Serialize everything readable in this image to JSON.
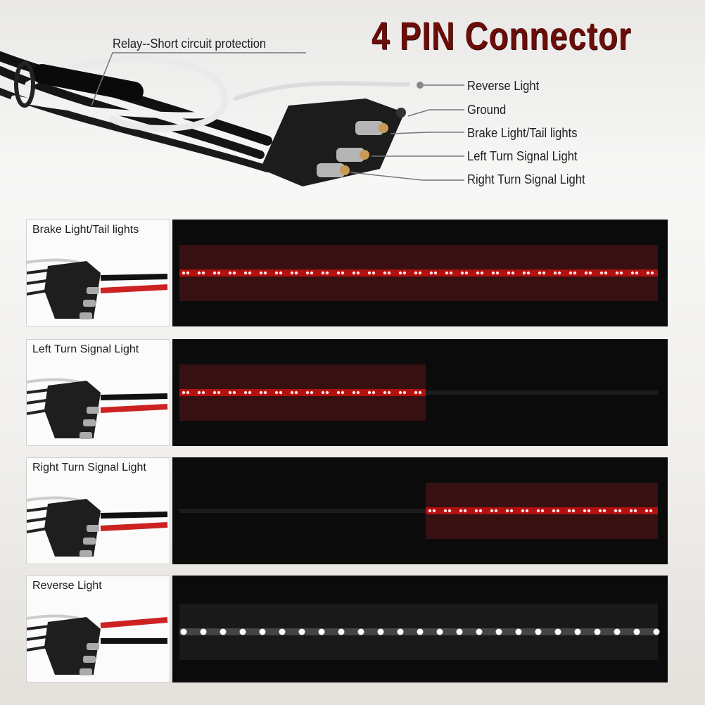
{
  "title": "4 PIN Connector",
  "callouts": {
    "relay": "Relay--Short circuit protection",
    "reverse": "Reverse Light",
    "ground": "Ground",
    "brake": "Brake Light/Tail lights",
    "left": "Left Turn Signal Light",
    "right": "Right Turn Signal Light"
  },
  "panels": [
    {
      "label": "Brake Light/Tail lights",
      "color": "#ff2a2a",
      "lit": "full"
    },
    {
      "label": "Left Turn Signal Light",
      "color": "#ff2a2a",
      "lit": "left"
    },
    {
      "label": "Right Turn Signal Light",
      "color": "#ff2a2a",
      "lit": "right"
    },
    {
      "label": "Reverse Light",
      "color": "#ffffff",
      "lit": "full"
    }
  ]
}
